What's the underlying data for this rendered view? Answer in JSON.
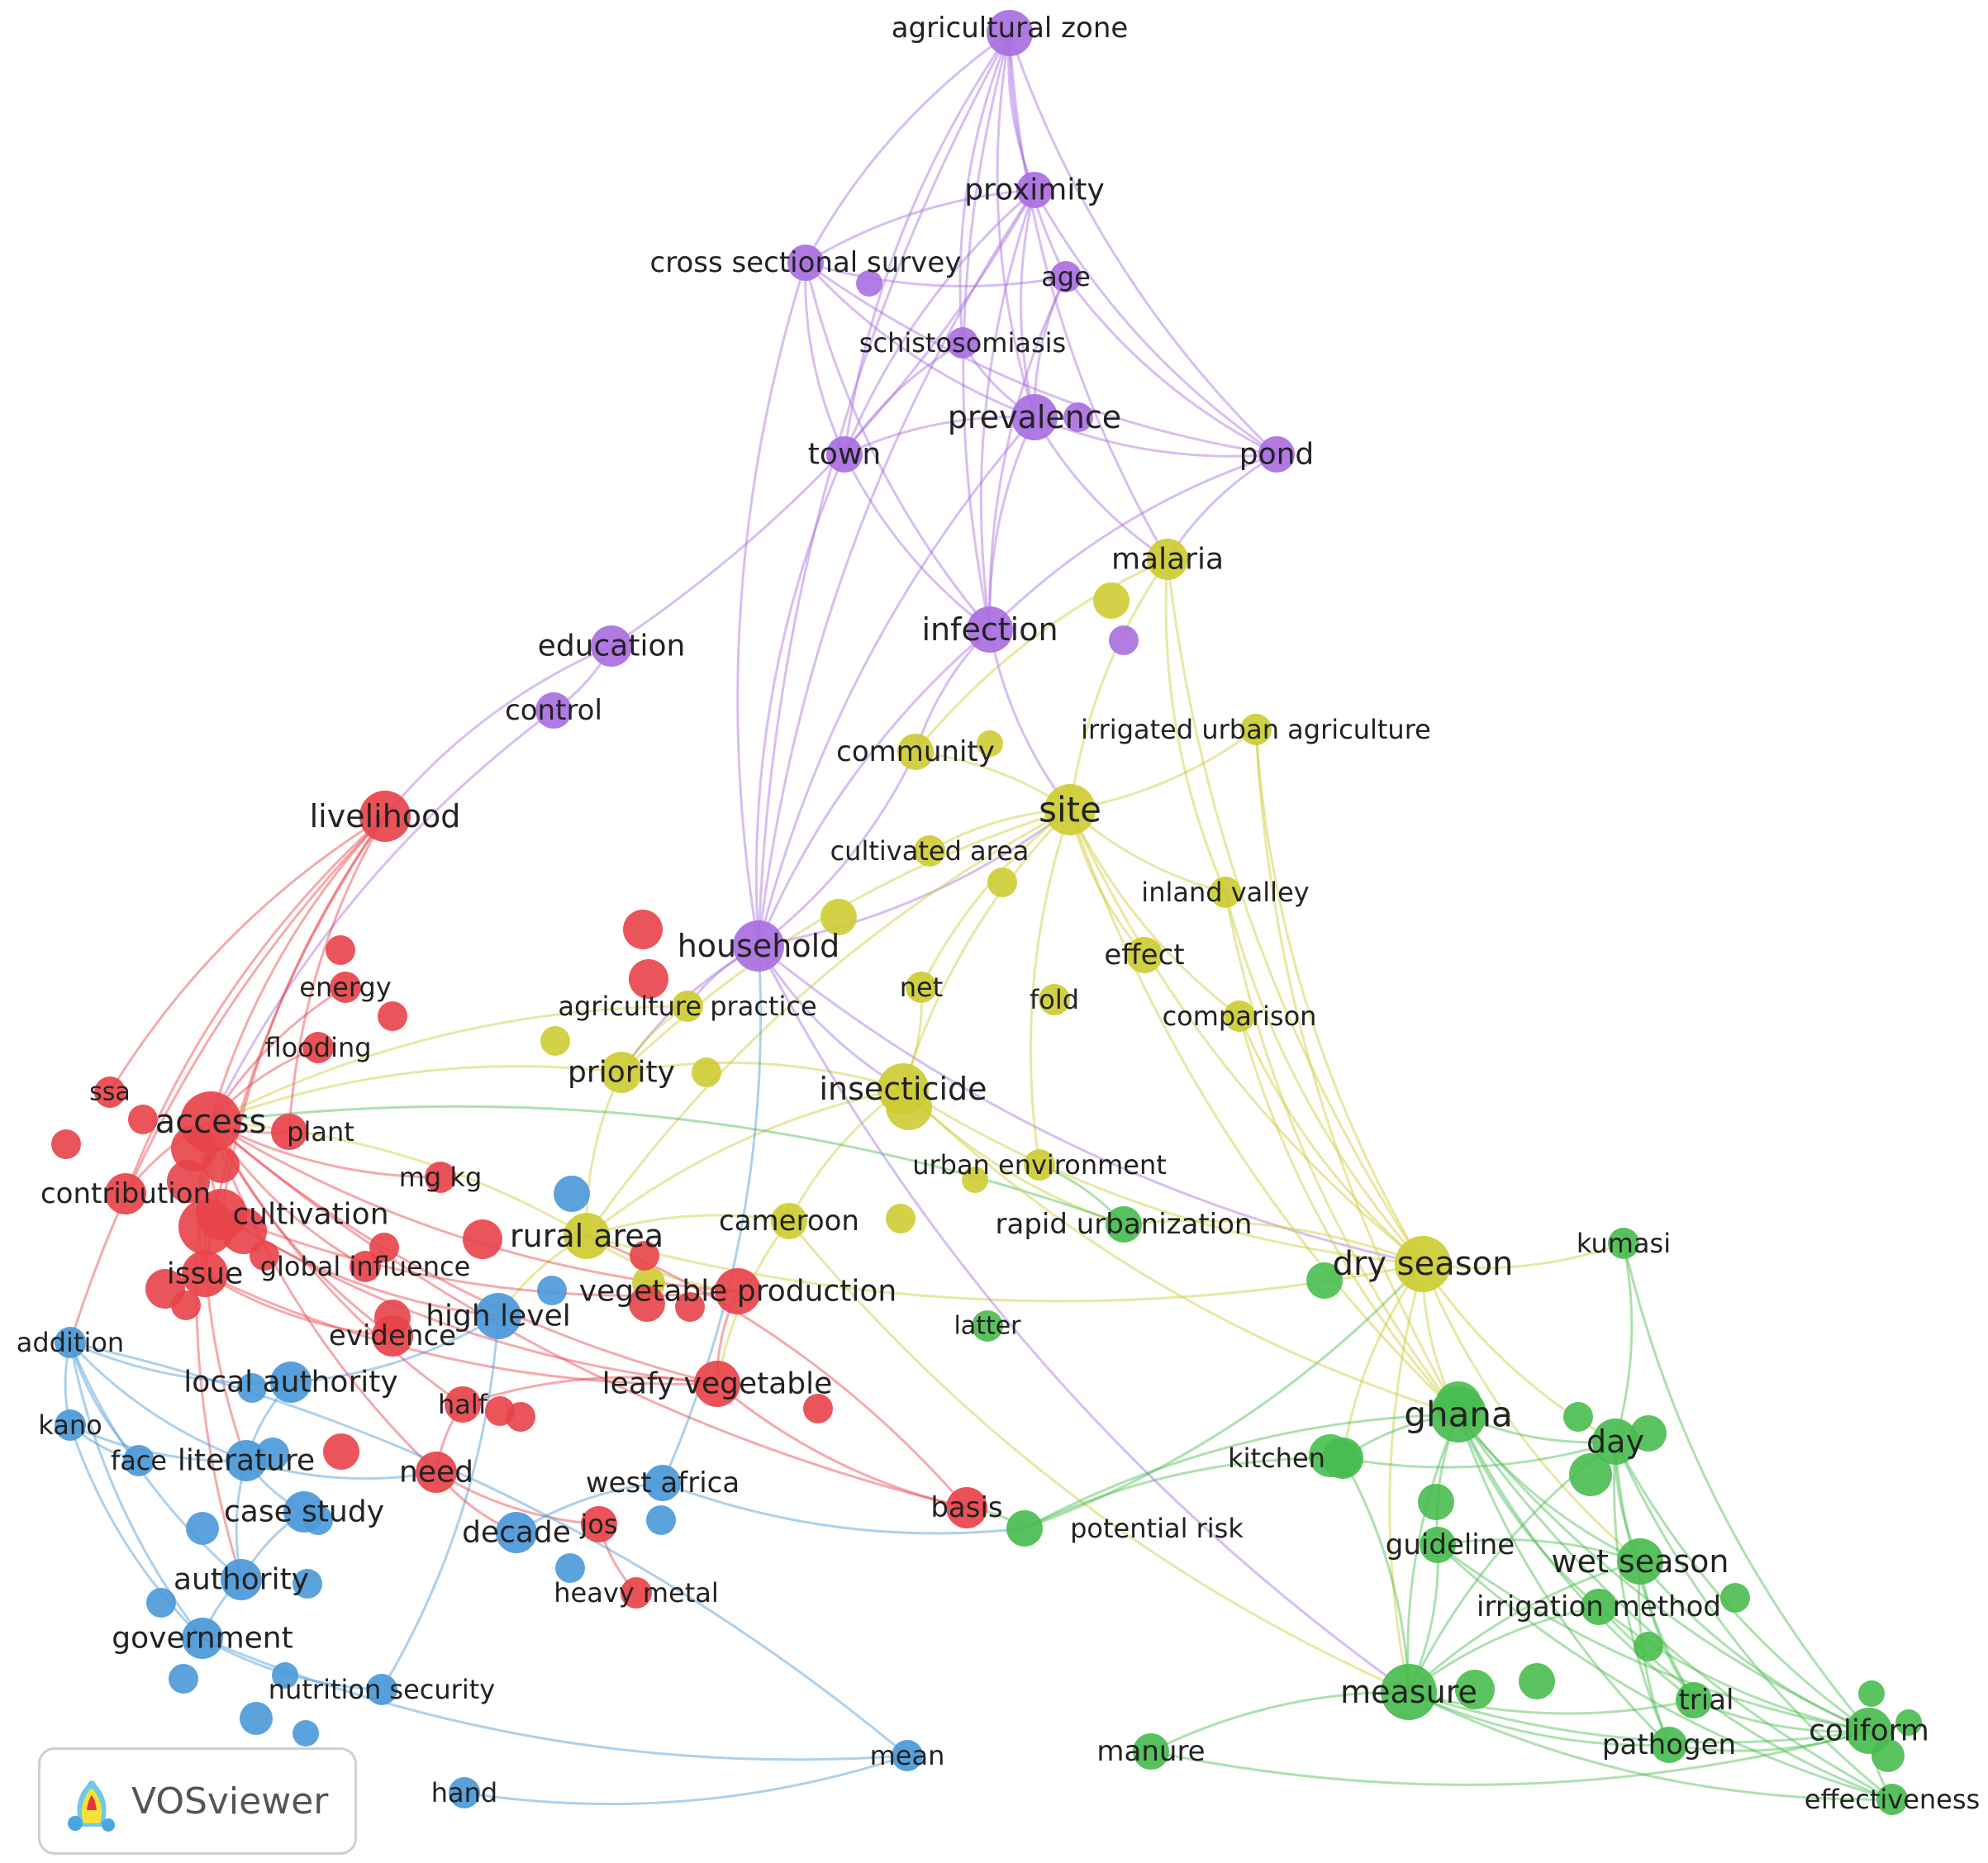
{
  "tool_name": "VOSviewer",
  "colors": {
    "purple": "#a96fe0",
    "yellow": "#cdcc33",
    "red": "#e8434a",
    "blue": "#4a98d8",
    "green": "#49bd4f"
  },
  "nodes": [
    {
      "id": "agricultural zone",
      "cluster": "purple",
      "weight": 3
    },
    {
      "id": "proximity",
      "cluster": "purple",
      "weight": 2
    },
    {
      "id": "cross sectional survey",
      "cluster": "purple",
      "weight": 2
    },
    {
      "id": "age",
      "cluster": "purple",
      "weight": 1.5
    },
    {
      "id": "schistosomiasis",
      "cluster": "purple",
      "weight": 1.5
    },
    {
      "id": "prevalence",
      "cluster": "purple",
      "weight": 3
    },
    {
      "id": "town",
      "cluster": "purple",
      "weight": 2
    },
    {
      "id": "pond",
      "cluster": "purple",
      "weight": 2
    },
    {
      "id": "infection",
      "cluster": "purple",
      "weight": 3
    },
    {
      "id": "education",
      "cluster": "purple",
      "weight": 2.5
    },
    {
      "id": "control",
      "cluster": "purple",
      "weight": 2
    },
    {
      "id": "household",
      "cluster": "purple",
      "weight": 3.5
    },
    {
      "id": "malaria",
      "cluster": "yellow",
      "weight": 2.5
    },
    {
      "id": "irrigated urban agriculture",
      "cluster": "yellow",
      "weight": 1.5
    },
    {
      "id": "community",
      "cluster": "yellow",
      "weight": 2
    },
    {
      "id": "site",
      "cluster": "yellow",
      "weight": 3.5
    },
    {
      "id": "cultivated area",
      "cluster": "yellow",
      "weight": 1.5
    },
    {
      "id": "inland valley",
      "cluster": "yellow",
      "weight": 1.5
    },
    {
      "id": "effect",
      "cluster": "yellow",
      "weight": 2
    },
    {
      "id": "net",
      "cluster": "yellow",
      "weight": 1.5
    },
    {
      "id": "fold",
      "cluster": "yellow",
      "weight": 1.5
    },
    {
      "id": "agriculture practice",
      "cluster": "yellow",
      "weight": 1.5
    },
    {
      "id": "comparison",
      "cluster": "yellow",
      "weight": 1.5
    },
    {
      "id": "priority",
      "cluster": "yellow",
      "weight": 2.5
    },
    {
      "id": "insecticide",
      "cluster": "yellow",
      "weight": 3.5
    },
    {
      "id": "urban environment",
      "cluster": "yellow",
      "weight": 1.5
    },
    {
      "id": "cameroon",
      "cluster": "yellow",
      "weight": 2
    },
    {
      "id": "rural area",
      "cluster": "yellow",
      "weight": 3
    },
    {
      "id": "dry season",
      "cluster": "yellow",
      "weight": 4
    },
    {
      "id": "livelihood",
      "cluster": "red",
      "weight": 3.5
    },
    {
      "id": "energy",
      "cluster": "red",
      "weight": 1.5
    },
    {
      "id": "flooding",
      "cluster": "red",
      "weight": 1.5
    },
    {
      "id": "ssa",
      "cluster": "red",
      "weight": 1.5
    },
    {
      "id": "access",
      "cluster": "red",
      "weight": 4.5
    },
    {
      "id": "plant",
      "cluster": "red",
      "weight": 2
    },
    {
      "id": "mg kg",
      "cluster": "red",
      "weight": 1.5
    },
    {
      "id": "contribution",
      "cluster": "red",
      "weight": 2.5
    },
    {
      "id": "cultivation",
      "cluster": "red",
      "weight": 3.5
    },
    {
      "id": "global influence",
      "cluster": "red",
      "weight": 1.5
    },
    {
      "id": "issue",
      "cluster": "red",
      "weight": 3
    },
    {
      "id": "vegetable production",
      "cluster": "red",
      "weight": 3
    },
    {
      "id": "evidence",
      "cluster": "red",
      "weight": 2.5
    },
    {
      "id": "leafy vegetable",
      "cluster": "red",
      "weight": 3
    },
    {
      "id": "half",
      "cluster": "red",
      "weight": 2
    },
    {
      "id": "need",
      "cluster": "red",
      "weight": 2.5
    },
    {
      "id": "basis",
      "cluster": "red",
      "weight": 2.5
    },
    {
      "id": "jos",
      "cluster": "red",
      "weight": 2
    },
    {
      "id": "heavy metal",
      "cluster": "red",
      "weight": 1.5
    },
    {
      "id": "addition",
      "cluster": "blue",
      "weight": 1.5
    },
    {
      "id": "high level",
      "cluster": "blue",
      "weight": 3
    },
    {
      "id": "local authority",
      "cluster": "blue",
      "weight": 2.5
    },
    {
      "id": "kano",
      "cluster": "blue",
      "weight": 1.5
    },
    {
      "id": "face",
      "cluster": "blue",
      "weight": 1.5
    },
    {
      "id": "literature",
      "cluster": "blue",
      "weight": 2.5
    },
    {
      "id": "case study",
      "cluster": "blue",
      "weight": 2.5
    },
    {
      "id": "west africa",
      "cluster": "blue",
      "weight": 2
    },
    {
      "id": "decade",
      "cluster": "blue",
      "weight": 2.5
    },
    {
      "id": "authority",
      "cluster": "blue",
      "weight": 2.5
    },
    {
      "id": "government",
      "cluster": "blue",
      "weight": 2.5
    },
    {
      "id": "nutrition security",
      "cluster": "blue",
      "weight": 1.5
    },
    {
      "id": "mean",
      "cluster": "blue",
      "weight": 1.5
    },
    {
      "id": "hand",
      "cluster": "blue",
      "weight": 1.5
    },
    {
      "id": "rapid urbanization",
      "cluster": "green",
      "weight": 2
    },
    {
      "id": "kumasi",
      "cluster": "green",
      "weight": 1.5
    },
    {
      "id": "latter",
      "cluster": "green",
      "weight": 1.5
    },
    {
      "id": "ghana",
      "cluster": "green",
      "weight": 4
    },
    {
      "id": "kitchen",
      "cluster": "green",
      "weight": 2.5
    },
    {
      "id": "day",
      "cluster": "green",
      "weight": 3
    },
    {
      "id": "potential risk",
      "cluster": "green",
      "weight": 2
    },
    {
      "id": "guideline",
      "cluster": "green",
      "weight": 2
    },
    {
      "id": "wet season",
      "cluster": "green",
      "weight": 3
    },
    {
      "id": "irrigation method",
      "cluster": "green",
      "weight": 2
    },
    {
      "id": "measure",
      "cluster": "green",
      "weight": 4
    },
    {
      "id": "trial",
      "cluster": "green",
      "weight": 2
    },
    {
      "id": "coliform",
      "cluster": "green",
      "weight": 3
    },
    {
      "id": "pathogen",
      "cluster": "green",
      "weight": 2
    },
    {
      "id": "effectiveness",
      "cluster": "green",
      "weight": 1.5
    },
    {
      "id": "manure",
      "cluster": "green",
      "weight": 2
    }
  ]
}
